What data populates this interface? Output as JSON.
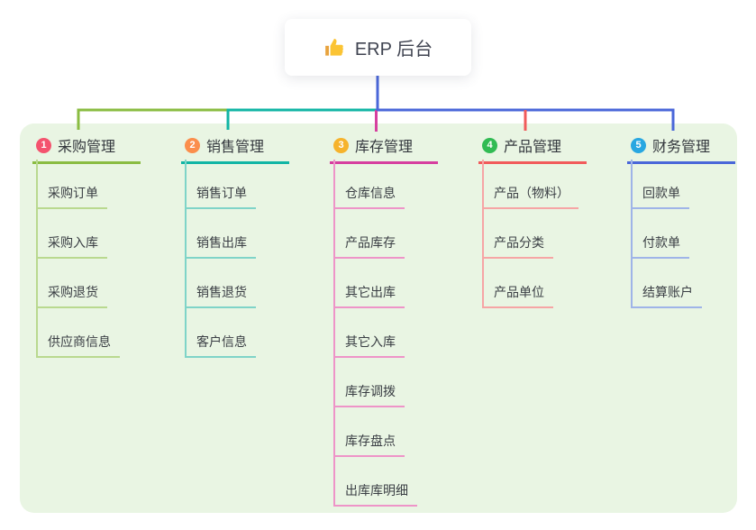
{
  "root": {
    "title": "ERP 后台",
    "icon": "thumbs-up-icon"
  },
  "colors": {
    "canvas_bg": "#ffffff",
    "panel_bg": "#e9f5e3",
    "trunk": "#4a67d9",
    "node_text": "#3a3e44"
  },
  "branches": [
    {
      "badge": "1",
      "title": "采购管理",
      "colors": {
        "badge": "#f4536e",
        "line": "#8abc42",
        "light": "#b9d98f"
      },
      "items": [
        "采购订单",
        "采购入库",
        "采购退货",
        "供应商信息"
      ]
    },
    {
      "badge": "2",
      "title": "销售管理",
      "colors": {
        "badge": "#fb8e4c",
        "line": "#12b5a5",
        "light": "#7fd4c8"
      },
      "items": [
        "销售订单",
        "销售出库",
        "销售退货",
        "客户信息"
      ]
    },
    {
      "badge": "3",
      "title": "库存管理",
      "colors": {
        "badge": "#f6b32c",
        "line": "#d63f9f",
        "light": "#ee94c8"
      },
      "items": [
        "仓库信息",
        "产品库存",
        "其它出库",
        "其它入库",
        "库存调拨",
        "库存盘点",
        "出库库明细"
      ]
    },
    {
      "badge": "4",
      "title": "产品管理",
      "colors": {
        "badge": "#31bb53",
        "line": "#f15b5b",
        "light": "#f6a5a5"
      },
      "items": [
        "产品（物料）",
        "产品分类",
        "产品单位"
      ]
    },
    {
      "badge": "5",
      "title": "财务管理",
      "colors": {
        "badge": "#28a7e1",
        "line": "#4a67d9",
        "light": "#9fb4e8"
      },
      "items": [
        "回款单",
        "付款单",
        "结算账户"
      ]
    }
  ]
}
